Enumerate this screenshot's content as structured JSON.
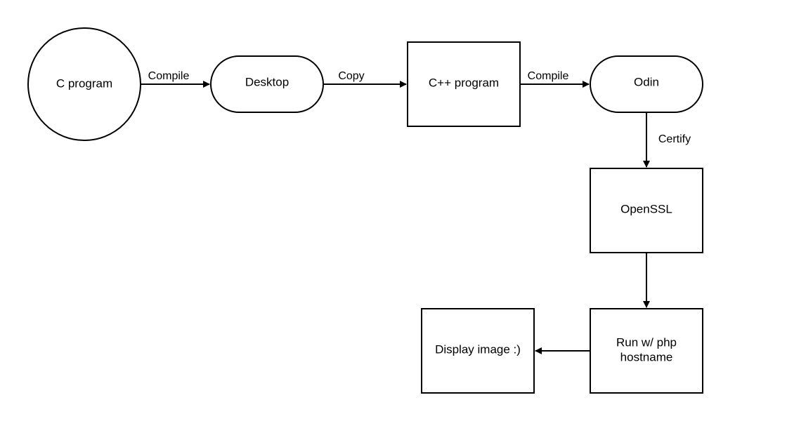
{
  "nodes": {
    "c_program": {
      "label": "C program",
      "shape": "circle"
    },
    "desktop": {
      "label": "Desktop",
      "shape": "rounded"
    },
    "cpp_program": {
      "label": "C++ program",
      "shape": "rect"
    },
    "odin": {
      "label": "Odin",
      "shape": "rounded"
    },
    "openssl": {
      "label": "OpenSSL",
      "shape": "rect"
    },
    "run_php": {
      "label_line1": "Run w/ php",
      "label_line2": "hostname",
      "shape": "rect"
    },
    "display_image": {
      "label": "Display image :)",
      "shape": "rect"
    }
  },
  "edges": {
    "c_to_desktop": {
      "label": "Compile",
      "from": "c_program",
      "to": "desktop"
    },
    "desktop_to_cpp": {
      "label": "Copy",
      "from": "desktop",
      "to": "cpp_program"
    },
    "cpp_to_odin": {
      "label": "Compile",
      "from": "cpp_program",
      "to": "odin"
    },
    "odin_to_openssl": {
      "label": "Certify",
      "from": "odin",
      "to": "openssl"
    },
    "openssl_to_run": {
      "label": "",
      "from": "openssl",
      "to": "run_php"
    },
    "run_to_display": {
      "label": "",
      "from": "run_php",
      "to": "display_image"
    }
  },
  "colors": {
    "stroke": "#000000",
    "fill": "#ffffff",
    "background": "#ffffff"
  }
}
